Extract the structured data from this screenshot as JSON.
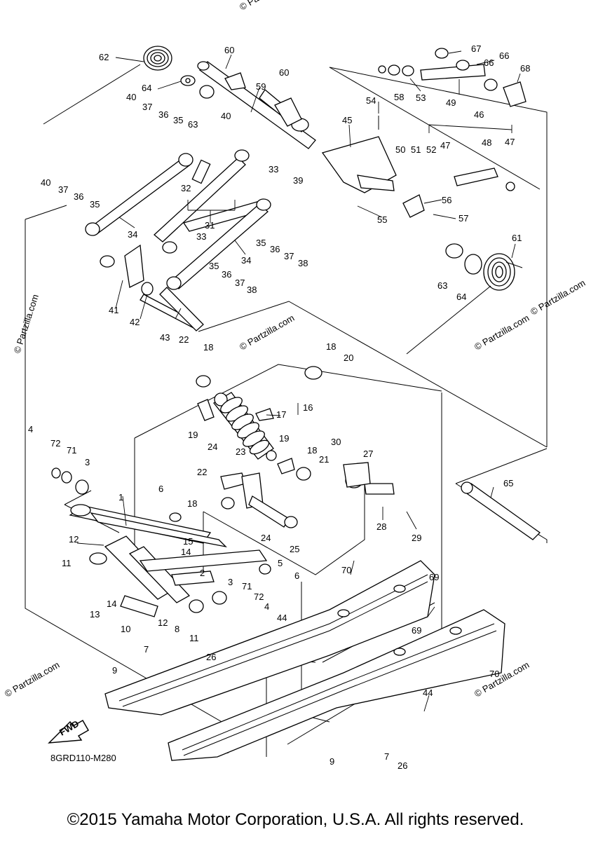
{
  "diagram": {
    "code": "8GRD110-M280",
    "fwd_label": "FWD",
    "copyright": "©2015 Yamaha Motor Corporation, U.S.A. All rights reserved.",
    "watermark_text": "© Partzilla.com",
    "callouts": [
      "1",
      "2",
      "3",
      "4",
      "5",
      "6",
      "7",
      "8",
      "9",
      "10",
      "11",
      "12",
      "13",
      "14",
      "15",
      "16",
      "17",
      "18",
      "19",
      "20",
      "21",
      "22",
      "23",
      "24",
      "25",
      "26",
      "27",
      "28",
      "29",
      "30",
      "31",
      "32",
      "33",
      "34",
      "35",
      "36",
      "37",
      "38",
      "39",
      "40",
      "41",
      "42",
      "43",
      "44",
      "45",
      "46",
      "47",
      "48",
      "49",
      "50",
      "51",
      "52",
      "53",
      "54",
      "55",
      "56",
      "57",
      "58",
      "59",
      "60",
      "61",
      "62",
      "63",
      "64",
      "65",
      "66",
      "67",
      "68",
      "69",
      "70",
      "71",
      "72"
    ]
  }
}
